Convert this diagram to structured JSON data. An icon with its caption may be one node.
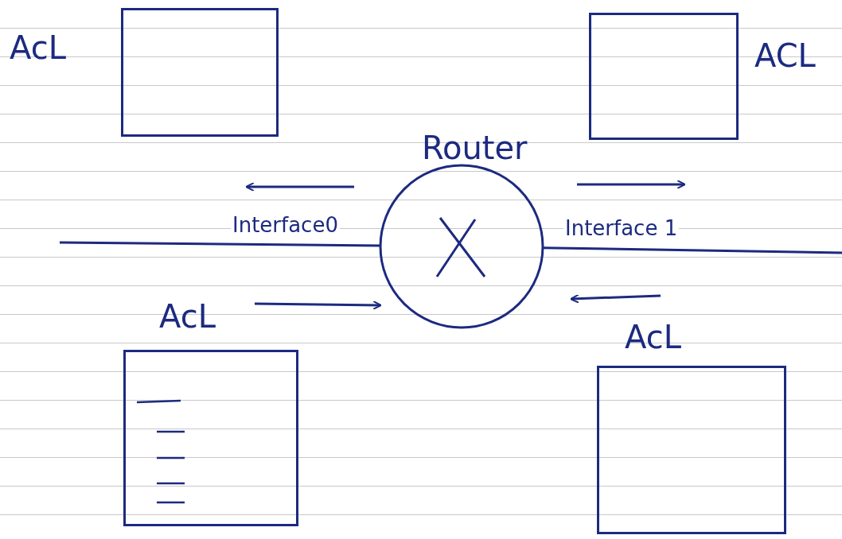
{
  "diagram": {
    "nodes": [
      {
        "text": [
          "AcL"
        ]
      },
      {
        "text": [
          "ACL"
        ]
      },
      {
        "text": [
          "Router"
        ]
      },
      {
        "text": [
          "AcL"
        ]
      },
      {
        "text": [
          "AcL"
        ]
      }
    ],
    "edges": [
      {
        "from": null,
        "to": 2,
        "arrow": "none",
        "label": "Interface0"
      },
      {
        "from": 2,
        "to": null,
        "arrow": "none",
        "label": "Interface 1"
      }
    ]
  }
}
